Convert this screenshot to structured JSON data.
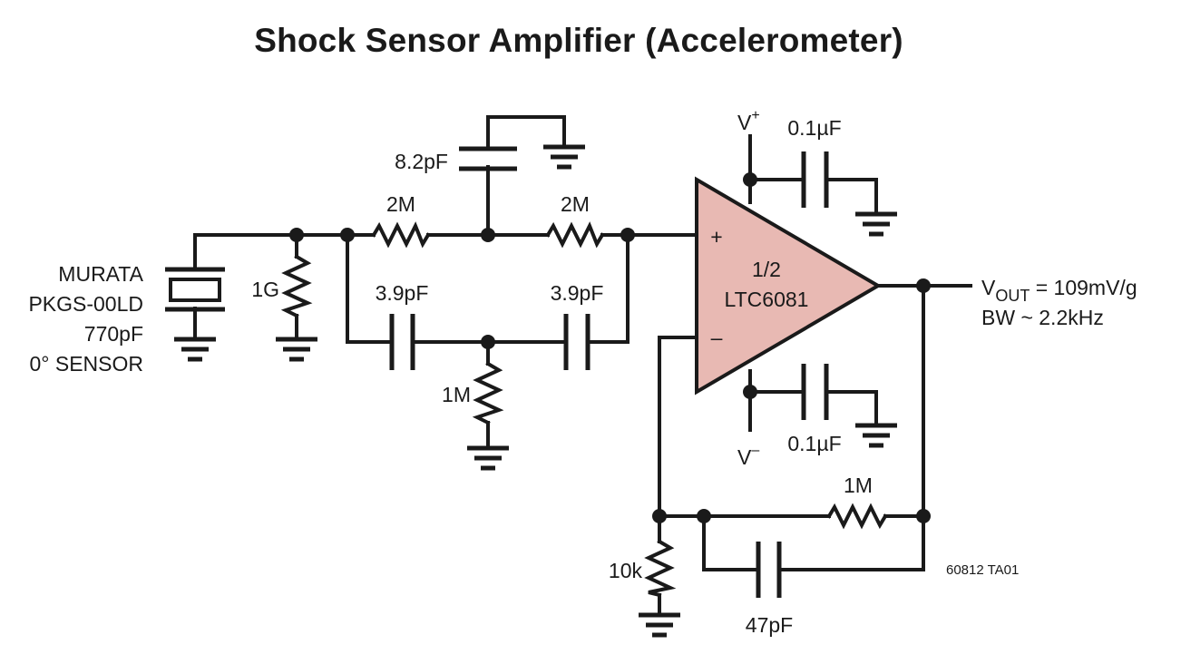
{
  "title": "Shock Sensor Amplifier (Accelerometer)",
  "colors": {
    "opamp_fill": "#e8b9b3",
    "ink": "#1a1a1a",
    "background": "#ffffff"
  },
  "sensor": {
    "line1": "MURATA",
    "line2": "PKGS-00LD",
    "line3": "770pF",
    "line4": "0° SENSOR"
  },
  "components": {
    "r_1g": "1G",
    "c_8p2": "8.2pF",
    "r_2m_left": "2M",
    "r_2m_right": "2M",
    "c_3p9_left": "3.9pF",
    "c_3p9_right": "3.9pF",
    "r_1m_tee": "1M",
    "c_bypass_top": "0.1µF",
    "c_bypass_bottom": "0.1µF",
    "r_feedback": "1M",
    "r_10k": "10k",
    "c_47p": "47pF"
  },
  "opamp": {
    "line1": "1/2",
    "line2": "LTC6081",
    "plus": "+",
    "minus": "–"
  },
  "supply": {
    "positive_base": "V",
    "positive_sup": "+",
    "negative_base": "V",
    "negative_sup": "–"
  },
  "output": {
    "vout_v": "V",
    "vout_sub": "OUT",
    "vout_rest": " = 109mV/g",
    "bw": "BW ~ 2.2kHz"
  },
  "figure_id": "60812 TA01"
}
